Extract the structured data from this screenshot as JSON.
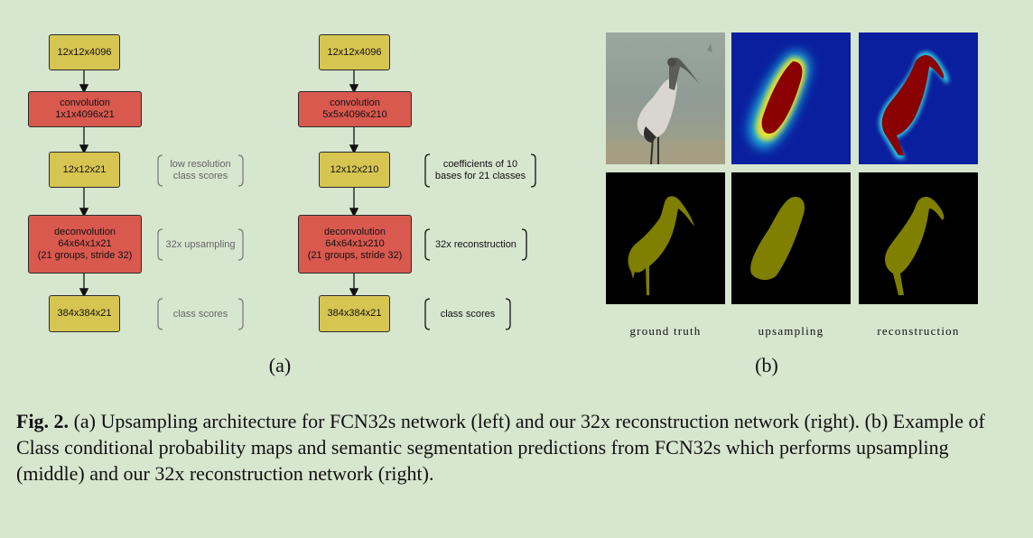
{
  "left_diagram": {
    "nodes": [
      "12x12x4096",
      "convolution\n1x1x4096x21",
      "12x12x21",
      "deconvolution\n64x64x1x21\n(21 groups, stride 32)",
      "384x384x21"
    ],
    "notes": [
      "low resolution\nclass scores",
      "32x upsampling",
      "class scores"
    ]
  },
  "right_diagram": {
    "nodes": [
      "12x12x4096",
      "convolution\n5x5x4096x210",
      "12x12x210",
      "deconvolution\n64x64x1x210\n(21 groups, stride 32)",
      "384x384x21"
    ],
    "notes": [
      "coefficients of 10\nbases for 21 classes",
      "32x reconstruction",
      "class scores"
    ]
  },
  "sublabels": {
    "a": "(a)",
    "b": "(b)"
  },
  "image_captions": [
    "ground truth",
    "upsampling",
    "reconstruction"
  ],
  "colors": {
    "background": "#d7e6cf",
    "yellow_node": "#d7c552",
    "red_node": "#d9594f",
    "segmentation": "#7f7f00",
    "heatmap_low": "#0a1f9e",
    "heatmap_high": "#8b0000"
  },
  "caption": {
    "label": "Fig. 2.",
    "text": "(a) Upsampling architecture for FCN32s network (left) and our 32x reconstruction network (right). (b) Example of Class conditional probability maps and semantic segmentation predictions from FCN32s which performs upsampling (middle) and our 32x reconstruction network (right)."
  }
}
